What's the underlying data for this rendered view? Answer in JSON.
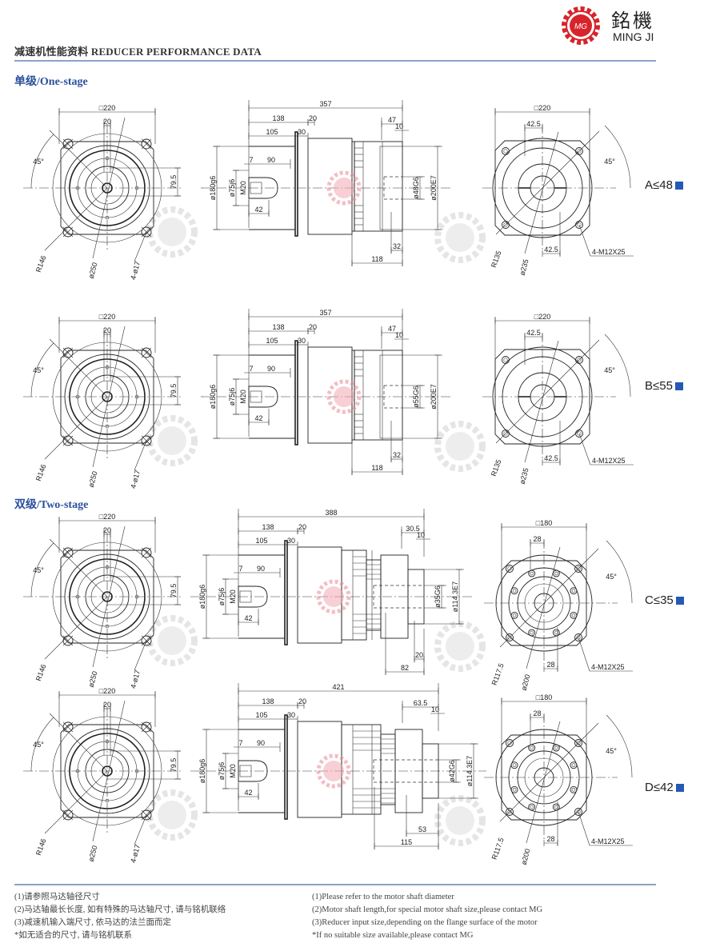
{
  "header": {
    "title": "减速机性能资料 REDUCER PERFORMANCE DATA",
    "logo": {
      "cn": "銘機",
      "en": "MING JI",
      "mark": "MG"
    }
  },
  "sections": {
    "one_stage": "单级/One-stage",
    "two_stage": "双级/Two-stage"
  },
  "accent_color": "#2559b4",
  "rows": [
    {
      "label": "A≤48",
      "left": {
        "square": "□220",
        "key": "20",
        "height": "79.5",
        "angle": "45°",
        "radius": "R146",
        "dia": "ø250",
        "holes": "4-ø17"
      },
      "side": {
        "total": "357",
        "d138": "138",
        "d20": "20",
        "d105": "105",
        "d30": "30",
        "d7": "7",
        "d90": "90",
        "flange": "ø180g6",
        "shaft": "ø75j6",
        "thread": "M20",
        "d42": "42",
        "outA": "47",
        "outB": "10",
        "bore": "ø48G6",
        "pilot": "ø200E7",
        "dC": "32",
        "dD": "118"
      },
      "right": {
        "square": "□220",
        "top": "42.5",
        "angle": "45°",
        "radius": "R135",
        "dia": "ø235",
        "bottom": "42.5",
        "thread": "4-M12X25"
      }
    },
    {
      "label": "B≤55",
      "left": {
        "square": "□220",
        "key": "20",
        "height": "79.5",
        "angle": "45°",
        "radius": "R146",
        "dia": "ø250",
        "holes": "4-ø17"
      },
      "side": {
        "total": "357",
        "d138": "138",
        "d20": "20",
        "d105": "105",
        "d30": "30",
        "d7": "7",
        "d90": "90",
        "flange": "ø180g6",
        "shaft": "ø75j6",
        "thread": "M20",
        "d42": "42",
        "outA": "47",
        "outB": "10",
        "bore": "ø55G6",
        "pilot": "ø200E7",
        "dC": "32",
        "dD": "118"
      },
      "right": {
        "square": "□220",
        "top": "42.5",
        "angle": "45°",
        "radius": "R135",
        "dia": "ø235",
        "bottom": "42.5",
        "thread": "4-M12X25"
      }
    },
    {
      "label": "C≤35",
      "left": {
        "square": "□220",
        "key": "20",
        "height": "79.5",
        "angle": "45°",
        "radius": "R146",
        "dia": "ø250",
        "holes": "4-ø17"
      },
      "side": {
        "total": "388",
        "d138": "138",
        "d20": "20",
        "d105": "105",
        "d30": "30",
        "d7": "7",
        "d90": "90",
        "flange": "ø180g6",
        "shaft": "ø75j6",
        "thread": "M20",
        "d42": "42",
        "outA": "30.5",
        "outB": "10",
        "bore": "ø35G6",
        "pilot": "ø114.3E7",
        "dC": "20",
        "dD": "82"
      },
      "right": {
        "square": "□180",
        "top": "28",
        "angle": "45°",
        "radius": "R117.5",
        "dia": "ø200",
        "bottom": "28",
        "thread": "4-M12X25"
      }
    },
    {
      "label": "D≤42",
      "left": {
        "square": "□220",
        "key": "20",
        "height": "79.5",
        "angle": "45°",
        "radius": "R146",
        "dia": "ø250",
        "holes": "4-ø17"
      },
      "side": {
        "total": "421",
        "d138": "138",
        "d20": "20",
        "d105": "105",
        "d30": "30",
        "d7": "7",
        "d90": "90",
        "flange": "ø180g6",
        "shaft": "ø75j6",
        "thread": "M20",
        "d42": "42",
        "outA": "63.5",
        "outB": "10",
        "bore": "ø42G6",
        "pilot": "ø114.3E7",
        "dC": "53",
        "dD": "115"
      },
      "right": {
        "square": "□180",
        "top": "28",
        "angle": "45°",
        "radius": "R117.5",
        "dia": "ø200",
        "bottom": "28",
        "thread": "4-M12X25"
      }
    }
  ],
  "notes": {
    "cn": [
      "(1)请参照马达轴径尺寸",
      "(2)马达轴最长长度, 如有特殊的马达轴尺寸, 请与铭机联络",
      "(3)减速机输入端尺寸, 依马达的法兰面而定",
      "*如无适合的尺寸, 请与铭机联系"
    ],
    "en": [
      "(1)Please refer to the motor shaft diameter",
      "(2)Motor shaft length,for special motor shaft size,please contact MG",
      "(3)Reducer input size,depending on the flange surface of the motor",
      "*If no suitable size available,please contact MG"
    ]
  }
}
